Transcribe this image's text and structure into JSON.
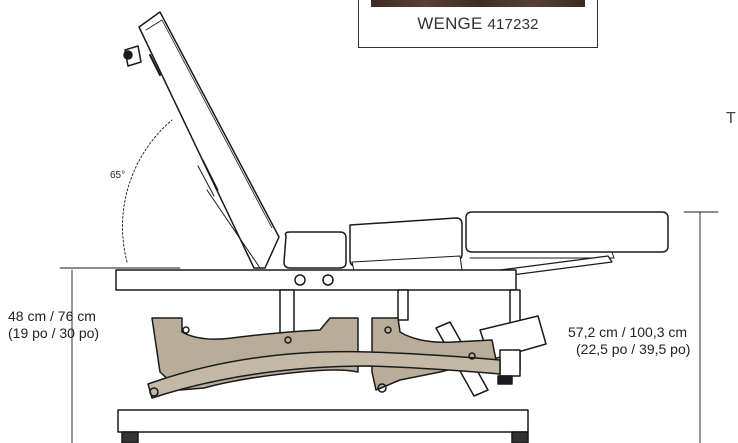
{
  "swatch": {
    "name": "WENGE",
    "code": "417232",
    "color": "#4a3428"
  },
  "angle": {
    "label": "65°",
    "degrees": 65
  },
  "dimensions": {
    "left": {
      "line1": "48 cm / 76 cm",
      "line2": "(19 po / 30 po)"
    },
    "right": {
      "line1": "57,2 cm / 100,3 cm",
      "line2": "(22,5 po / 39,5 po)"
    }
  },
  "edge_text": "T",
  "colors": {
    "frame": "#b9ad9a",
    "outline": "#1a1a1a"
  }
}
